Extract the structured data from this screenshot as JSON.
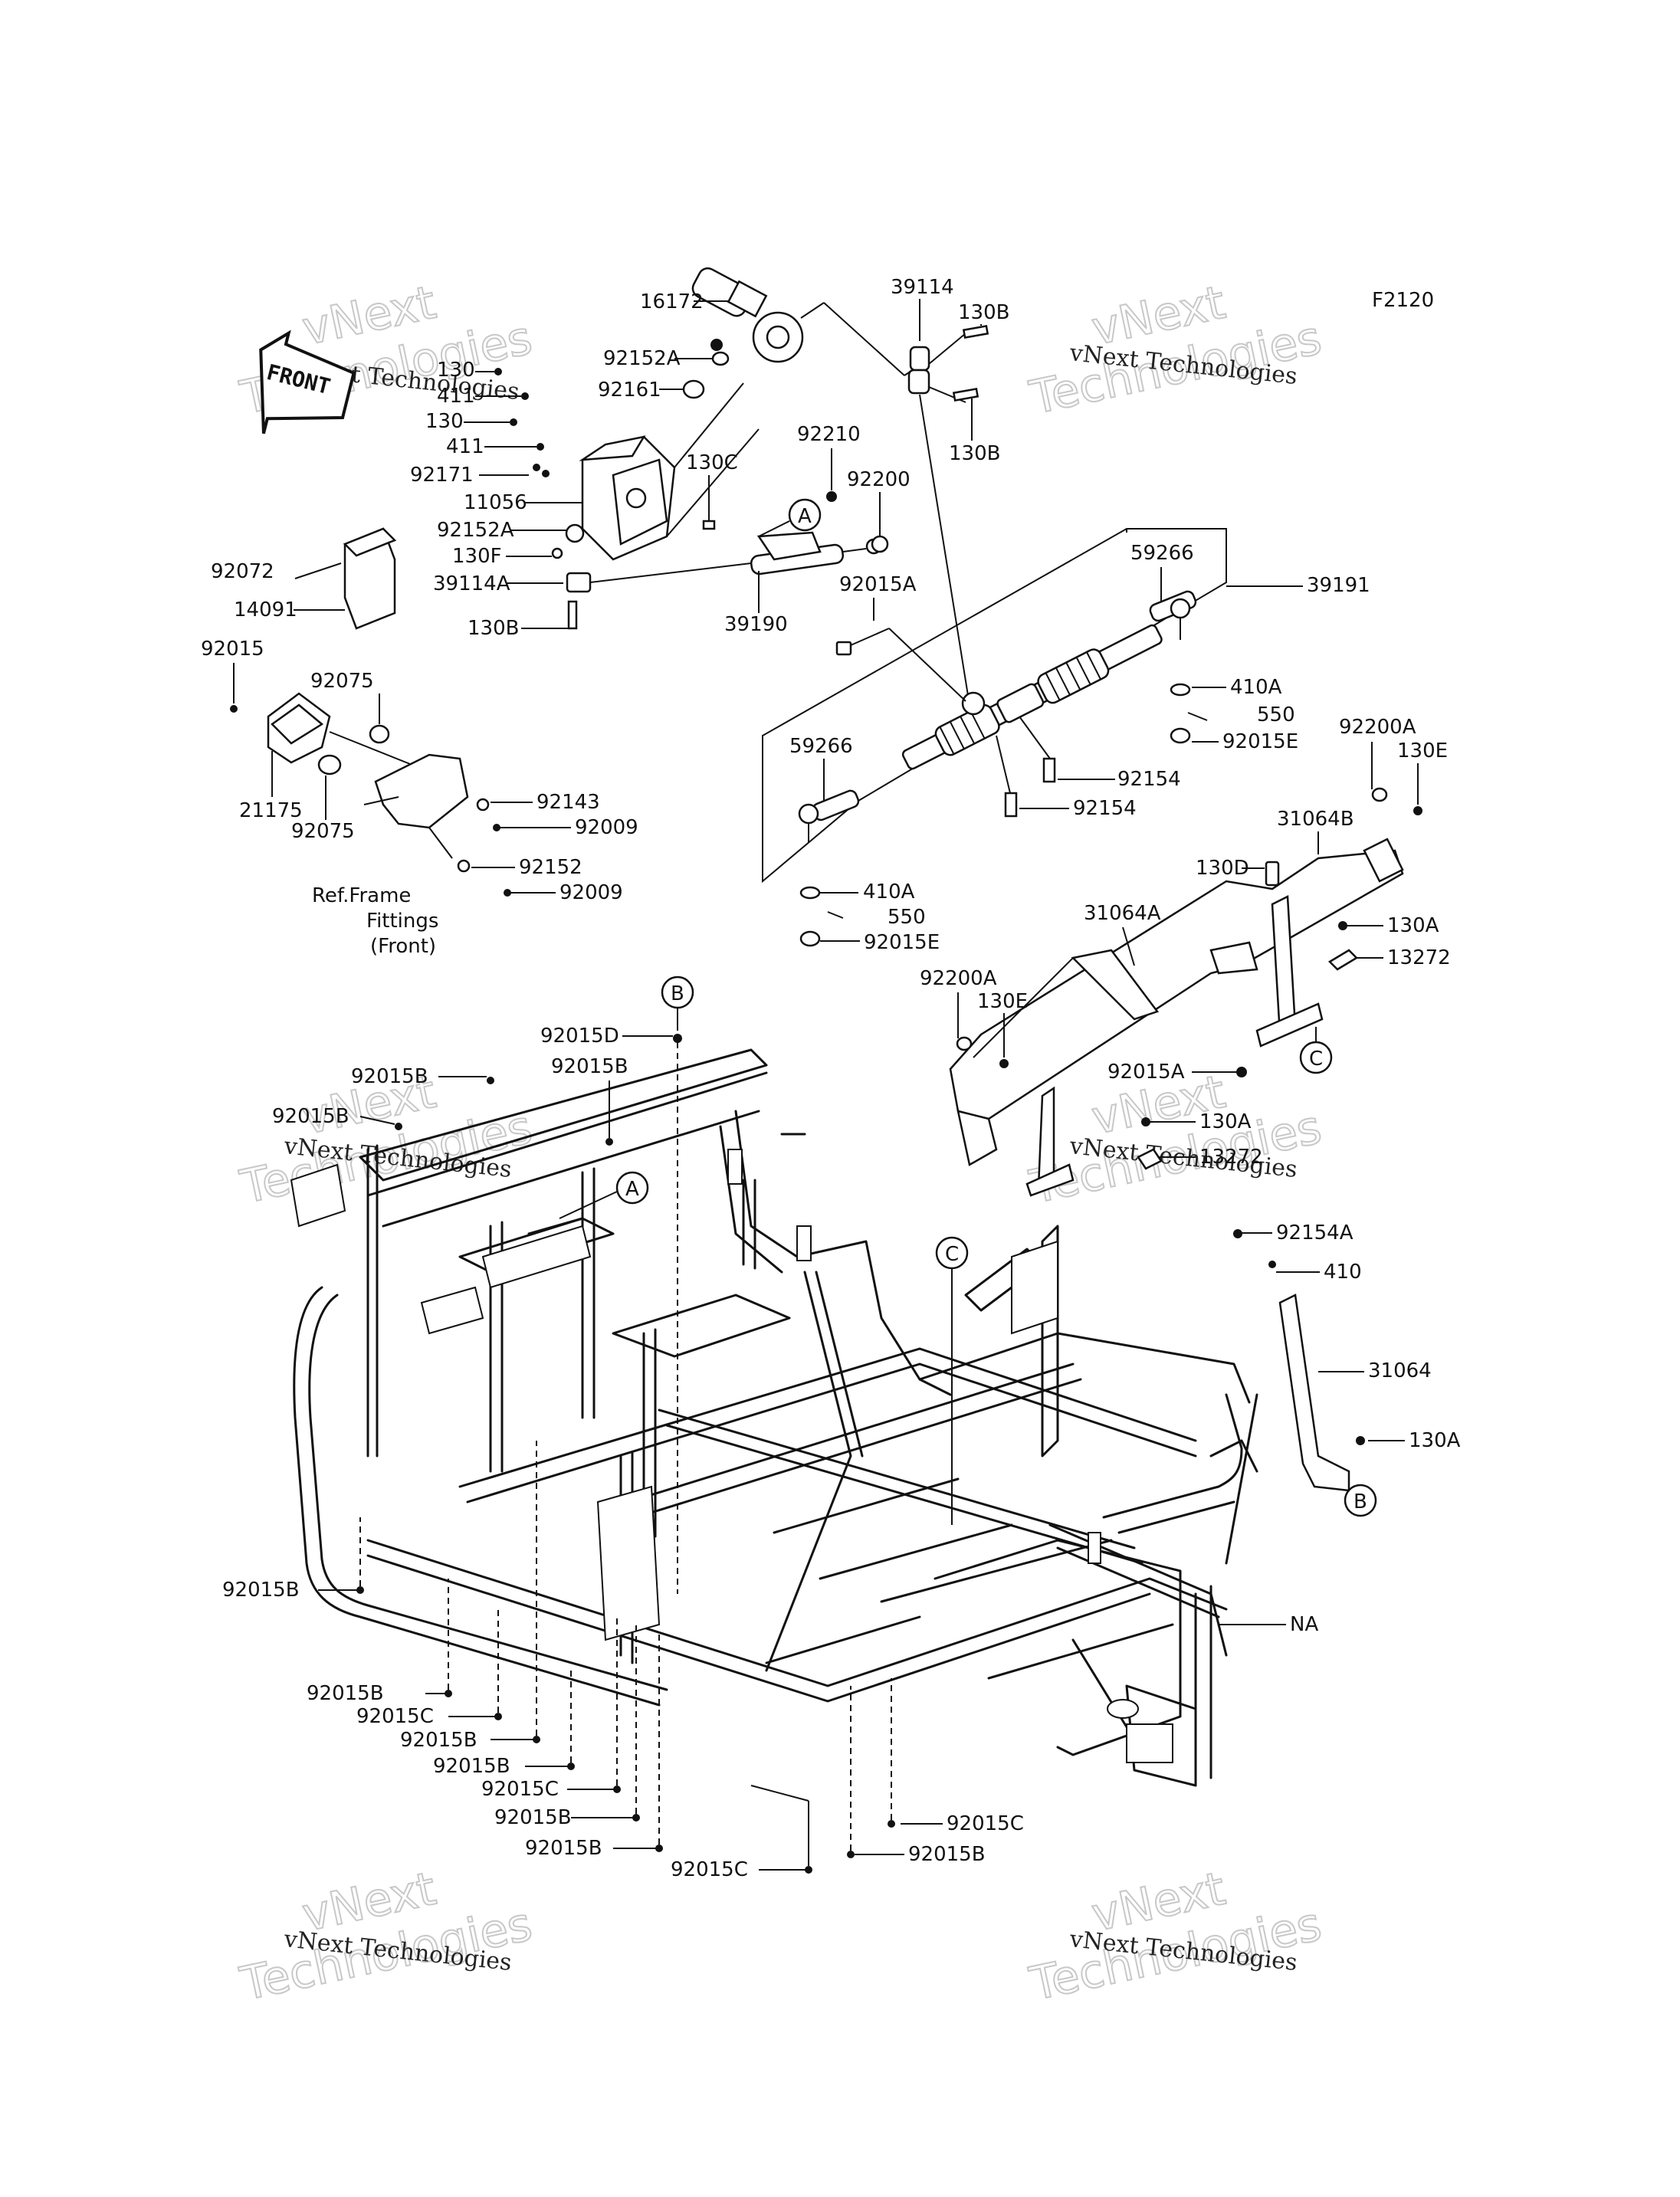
{
  "diagram_code": "F2120",
  "front_arrow": "FRONT",
  "watermark": {
    "line1": "vNext Technologies",
    "line2": "vNext",
    "line3": "Technologies"
  },
  "ref_note": {
    "line1": "Ref.Frame",
    "line2": "Fittings",
    "line3": "(Front)"
  },
  "callouts": {
    "A": "A",
    "B": "B",
    "C": "C"
  },
  "labels": {
    "p16172": "16172",
    "p92152A_1": "92152A",
    "p92161": "92161",
    "p130_1": "130",
    "p411_1": "411",
    "p130_2": "130",
    "p411_2": "411",
    "p92171": "92171",
    "p11056": "11056",
    "p92152A_2": "92152A",
    "p130F": "130F",
    "p39114A": "39114A",
    "p130B_1": "130B",
    "p39114": "39114",
    "p130B_2": "130B",
    "p130B_3": "130B",
    "p92210": "92210",
    "p130C": "130C",
    "p92200": "92200",
    "p39190": "39190",
    "p92015A_1": "92015A",
    "p59266_1": "59266",
    "p39191": "39191",
    "p410A_1": "410A",
    "p550_1": "550",
    "p92015E_1": "92015E",
    "p92154_1": "92154",
    "p92154_2": "92154",
    "p59266_2": "59266",
    "p410A_2": "410A",
    "p550_2": "550",
    "p92015E_2": "92015E",
    "p92072": "92072",
    "p14091": "14091",
    "p92015": "92015",
    "p92075_1": "92075",
    "p21175": "21175",
    "p92075_2": "92075",
    "p92143": "92143",
    "p92009_1": "92009",
    "p92152": "92152",
    "p92009_2": "92009",
    "p92200A_1": "92200A",
    "p130E_1": "130E",
    "p31064B": "31064B",
    "p130D": "130D",
    "p31064A": "31064A",
    "p130A_1": "130A",
    "p13272_1": "13272",
    "p92200A_2": "92200A",
    "p130E_2": "130E",
    "p92015A_2": "92015A",
    "p130A_2": "130A",
    "p13272_2": "13272",
    "p92154A": "92154A",
    "p410": "410",
    "p31064": "31064",
    "p130A_3": "130A",
    "p92015D": "92015D",
    "p92015B_1": "92015B",
    "p92015B_2": "92015B",
    "p92015B_3": "92015B",
    "p92015B_4": "92015B",
    "p92015B_5": "92015B",
    "p92015C_1": "92015C",
    "p92015B_6": "92015B",
    "p92015B_7": "92015B",
    "p92015C_2": "92015C",
    "p92015B_8": "92015B",
    "p92015B_9": "92015B",
    "p92015C_3": "92015C",
    "p92015C_4": "92015C",
    "p92015B_10": "92015B",
    "pNA": "NA"
  }
}
